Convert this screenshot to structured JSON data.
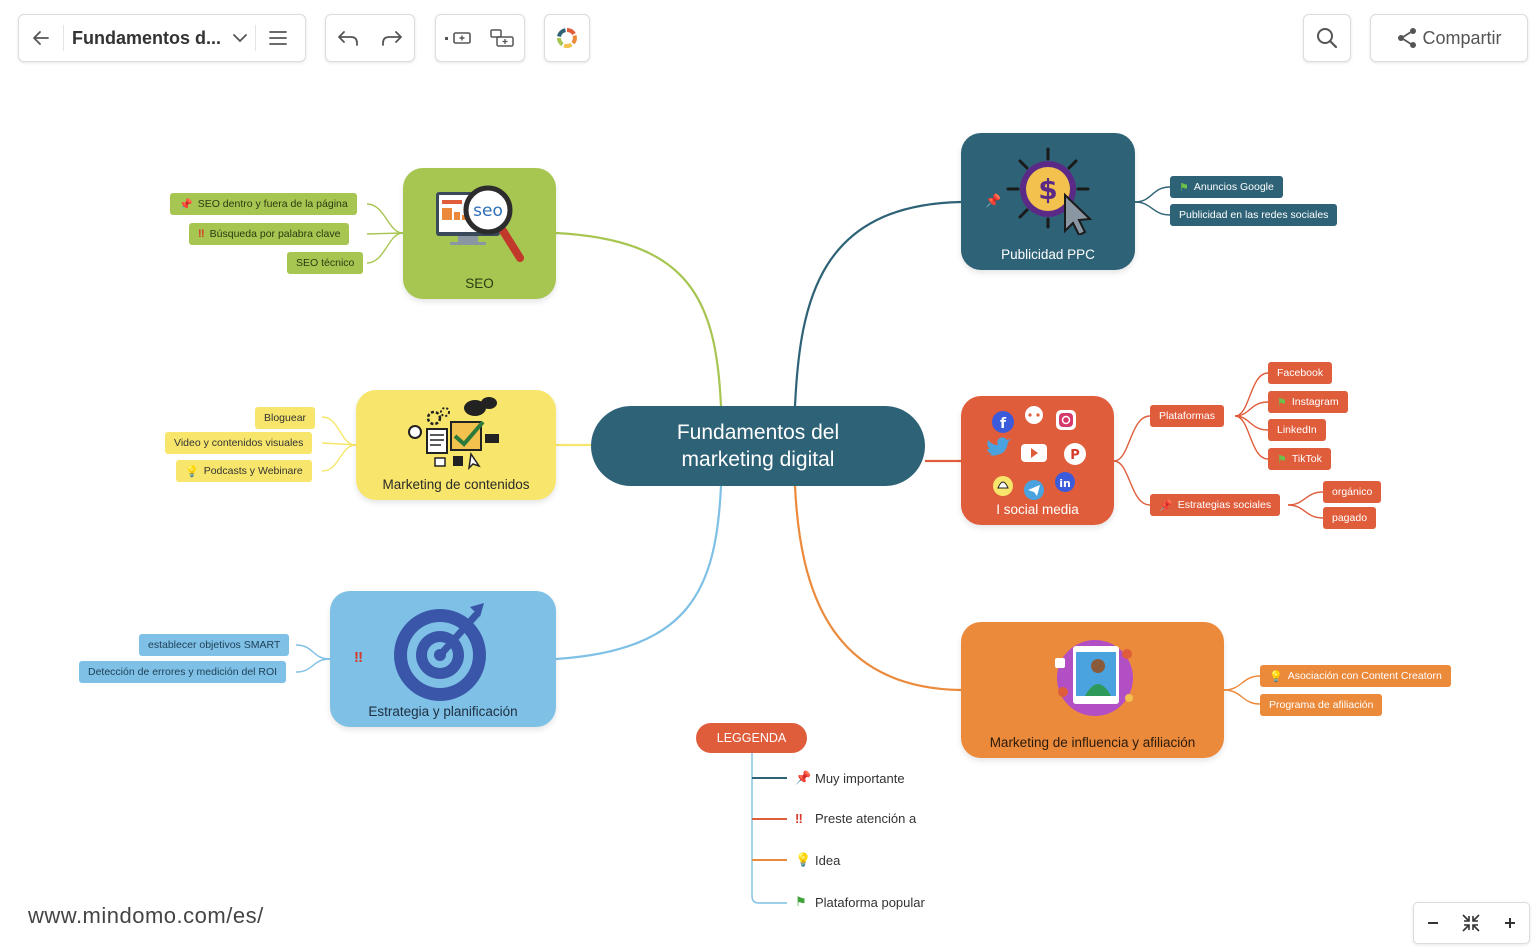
{
  "toolbar": {
    "doc_title": "Fundamentos d...",
    "share_label": "Compartir"
  },
  "central": {
    "line1": "Fundamentos del",
    "line2": "marketing digital"
  },
  "topics": {
    "seo": {
      "label": "SEO",
      "image_text": "seo",
      "children": [
        "SEO dentro y fuera de la página",
        "Búsqueda por palabra clave",
        "SEO técnico"
      ]
    },
    "content": {
      "label": "Marketing de contenidos",
      "children": [
        "Bloguear",
        "Video y contenidos visuales",
        "Podcasts y Webinare"
      ]
    },
    "strategy": {
      "label": "Estrategia y planificación",
      "children": [
        "establecer objetivos SMART",
        "Detección de errores y medición del ROI"
      ]
    },
    "ppc": {
      "label": "Publicidad PPC",
      "children": [
        "Anuncios Google",
        "Publicidad en las redes sociales"
      ]
    },
    "social": {
      "label": "I social media",
      "platforms_label": "Plataformas",
      "platforms": [
        "Facebook",
        "Instagram",
        "LinkedIn",
        "TikTok"
      ],
      "strategies_label": "Estrategias sociales",
      "strategies": [
        "orgánico",
        "pagado"
      ]
    },
    "influence": {
      "label": "Marketing de influencia y afiliación",
      "children": [
        "Asociación con Content Creatorn",
        "Programa de afiliación"
      ]
    }
  },
  "legend": {
    "title": "LEGGENDA",
    "items": [
      "Muy importante",
      "Preste atención a",
      "Idea",
      "Plataforma popular"
    ]
  },
  "icons": {
    "pin": "pin-icon",
    "exclamation": "double-exclamation-icon",
    "idea": "lightbulb-icon",
    "flag": "green-flag-icon"
  },
  "colors": {
    "central": "#2e6276",
    "seo": "#a7c551",
    "content": "#f7e66b",
    "strategy": "#7ec0e6",
    "ppc": "#2e6276",
    "social": "#e05d3c",
    "influence": "#ec8a3c"
  },
  "watermark": "www.mindomo.com/es/"
}
